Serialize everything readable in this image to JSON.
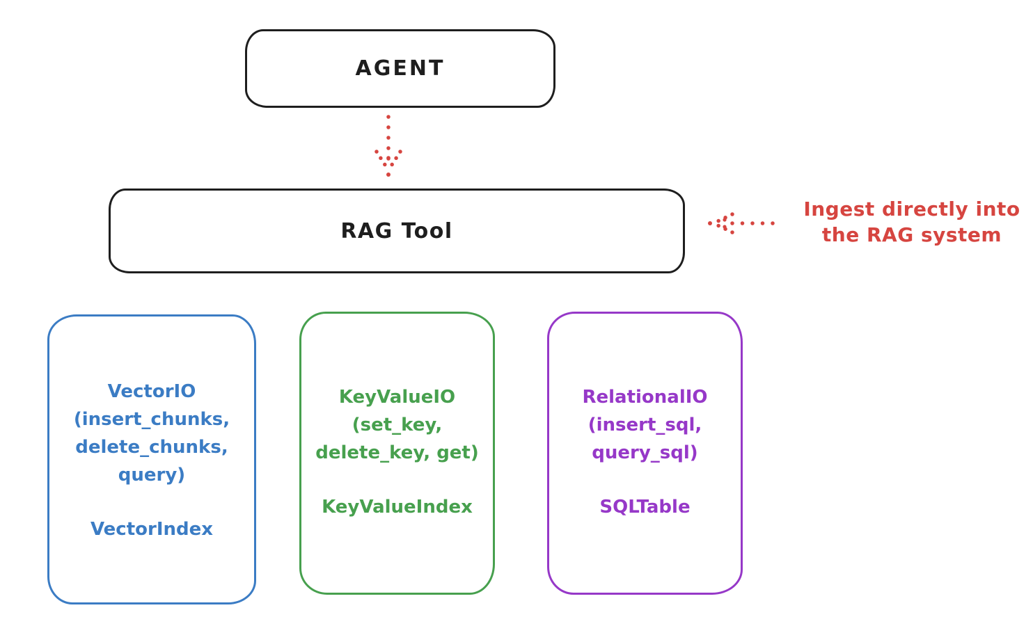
{
  "agent": {
    "label": "AGENT"
  },
  "rag_tool": {
    "label": "RAG Tool"
  },
  "ingest_note": {
    "line1": "Ingest directly into",
    "line2": "the RAG system"
  },
  "storage": {
    "vector": {
      "lines": [
        "VectorIO",
        "(insert_chunks,",
        "delete_chunks,",
        "query)"
      ],
      "index": "VectorIndex",
      "color": "#3b7cc4"
    },
    "keyvalue": {
      "lines": [
        "KeyValueIO",
        "(set_key,",
        "delete_key, get)"
      ],
      "index": "KeyValueIndex",
      "color": "#47a04e"
    },
    "relational": {
      "lines": [
        "RelationalIO",
        "(insert_sql,",
        "query_sql)"
      ],
      "index": "SQLTable",
      "color": "#9638c8"
    }
  },
  "colors": {
    "outline_dark": "#1e1e1e",
    "annotation_red": "#d64540",
    "vector_blue": "#3b7cc4",
    "keyvalue_green": "#47a04e",
    "relational_purple": "#9638c8",
    "background": "#ffffff"
  }
}
